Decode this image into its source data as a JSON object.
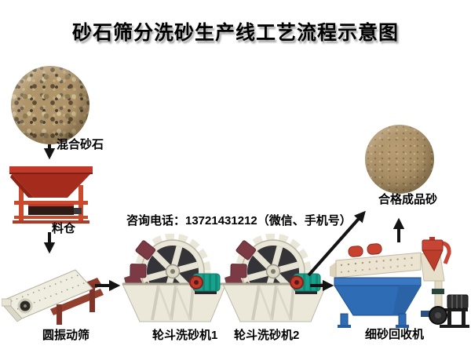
{
  "title": "砂石筛分洗砂生产线工艺流程示意图",
  "contact_phone": "咨询电话：13721431212（微信、手机号）",
  "nodes": {
    "mixed_sand": {
      "label": "混合砂石",
      "kind": "photo"
    },
    "hopper": {
      "label": "料仓",
      "kind": "machine"
    },
    "vibrating_screen": {
      "label": "圆振动筛",
      "kind": "machine"
    },
    "sand_washer_1": {
      "label": "轮斗洗砂机1",
      "kind": "machine"
    },
    "sand_washer_2": {
      "label": "轮斗洗砂机2",
      "kind": "machine"
    },
    "fine_sand_recycler": {
      "label": "细砂回收机",
      "kind": "machine"
    },
    "finished_sand": {
      "label": "合格成品砂",
      "kind": "photo"
    }
  },
  "flows": [
    {
      "from": "混合砂石",
      "to": "料仓"
    },
    {
      "from": "料仓",
      "to": "圆振动筛"
    },
    {
      "from": "圆振动筛",
      "to": "轮斗洗砂机1"
    },
    {
      "from": "轮斗洗砂机2",
      "to": "细砂回收机"
    },
    {
      "from": "轮斗洗砂机2",
      "to": "合格成品砂"
    },
    {
      "from": "细砂回收机",
      "to": "合格成品砂"
    }
  ],
  "colors": {
    "background": "#ffffff",
    "text": "#000000",
    "arrow": "#141414",
    "hopper_red": "#a52c1d",
    "frame_orange_red": "#cc4a2c",
    "machine_cream": "#eceadd",
    "support_maroon": "#8c3a2c",
    "bucket_maroon": "#7c3b44",
    "wheel_interior": "#333338",
    "motor_teal": "#17a28e",
    "pulley_red": "#c23a2c",
    "recycler_blue": "#2e6cb5",
    "cyclone_red": "#c64534",
    "pump_black": "#2a2a2a",
    "gravel_tan": "#b0946a",
    "sand_tan": "#a78d63"
  }
}
